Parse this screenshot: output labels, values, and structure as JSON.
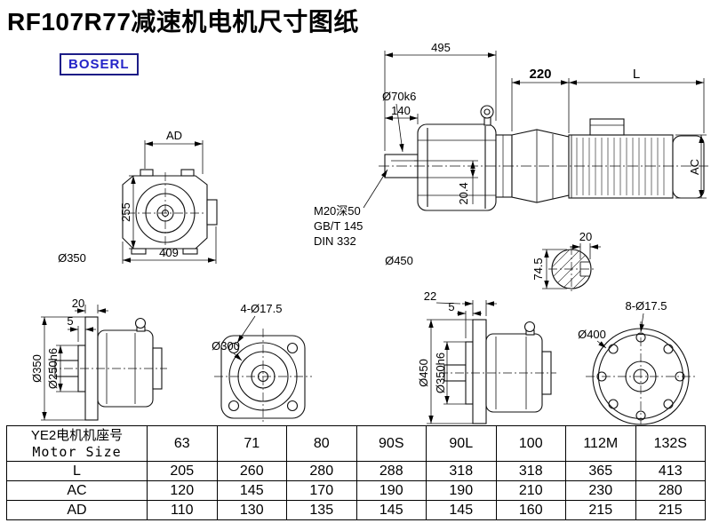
{
  "title": "RF107R77减速机电机尺寸图纸",
  "logo": "BOSERL",
  "main_view": {
    "d495": "495",
    "d140": "140",
    "shaft": "Ø70k6",
    "d220": "220",
    "L": "L",
    "AC": "AC",
    "d204": "20.4",
    "tap1": "M20深50",
    "tap2": "GB/T 145",
    "tap3": "DIN 332",
    "d450": "Ø450",
    "d20": "20",
    "d745": "74.5"
  },
  "front_view": {
    "AD": "AD",
    "d255": "255",
    "d409": "409",
    "d350": "Ø350"
  },
  "flange_small": {
    "d20": "20",
    "d5": "5",
    "d350": "Ø350",
    "d250": "Ø250h6"
  },
  "face_small": {
    "holes": "4-Ø17.5",
    "d300": "Ø300"
  },
  "flange_large": {
    "d22": "22",
    "d5": "5",
    "d450": "Ø450",
    "d350": "Ø350h6"
  },
  "face_large": {
    "holes": "8-Ø17.5",
    "d400": "Ø400"
  },
  "table": {
    "header_line1": "YE2电机机座号",
    "header_line2": "Motor Size",
    "sizes": [
      "63",
      "71",
      "80",
      "90S",
      "90L",
      "100",
      "112M",
      "132S"
    ],
    "rows": [
      {
        "label": "L",
        "values": [
          "205",
          "260",
          "280",
          "288",
          "318",
          "318",
          "365",
          "413"
        ]
      },
      {
        "label": "AC",
        "values": [
          "120",
          "145",
          "170",
          "190",
          "190",
          "210",
          "230",
          "280"
        ]
      },
      {
        "label": "AD",
        "values": [
          "110",
          "130",
          "135",
          "145",
          "145",
          "160",
          "215",
          "215"
        ]
      }
    ]
  }
}
